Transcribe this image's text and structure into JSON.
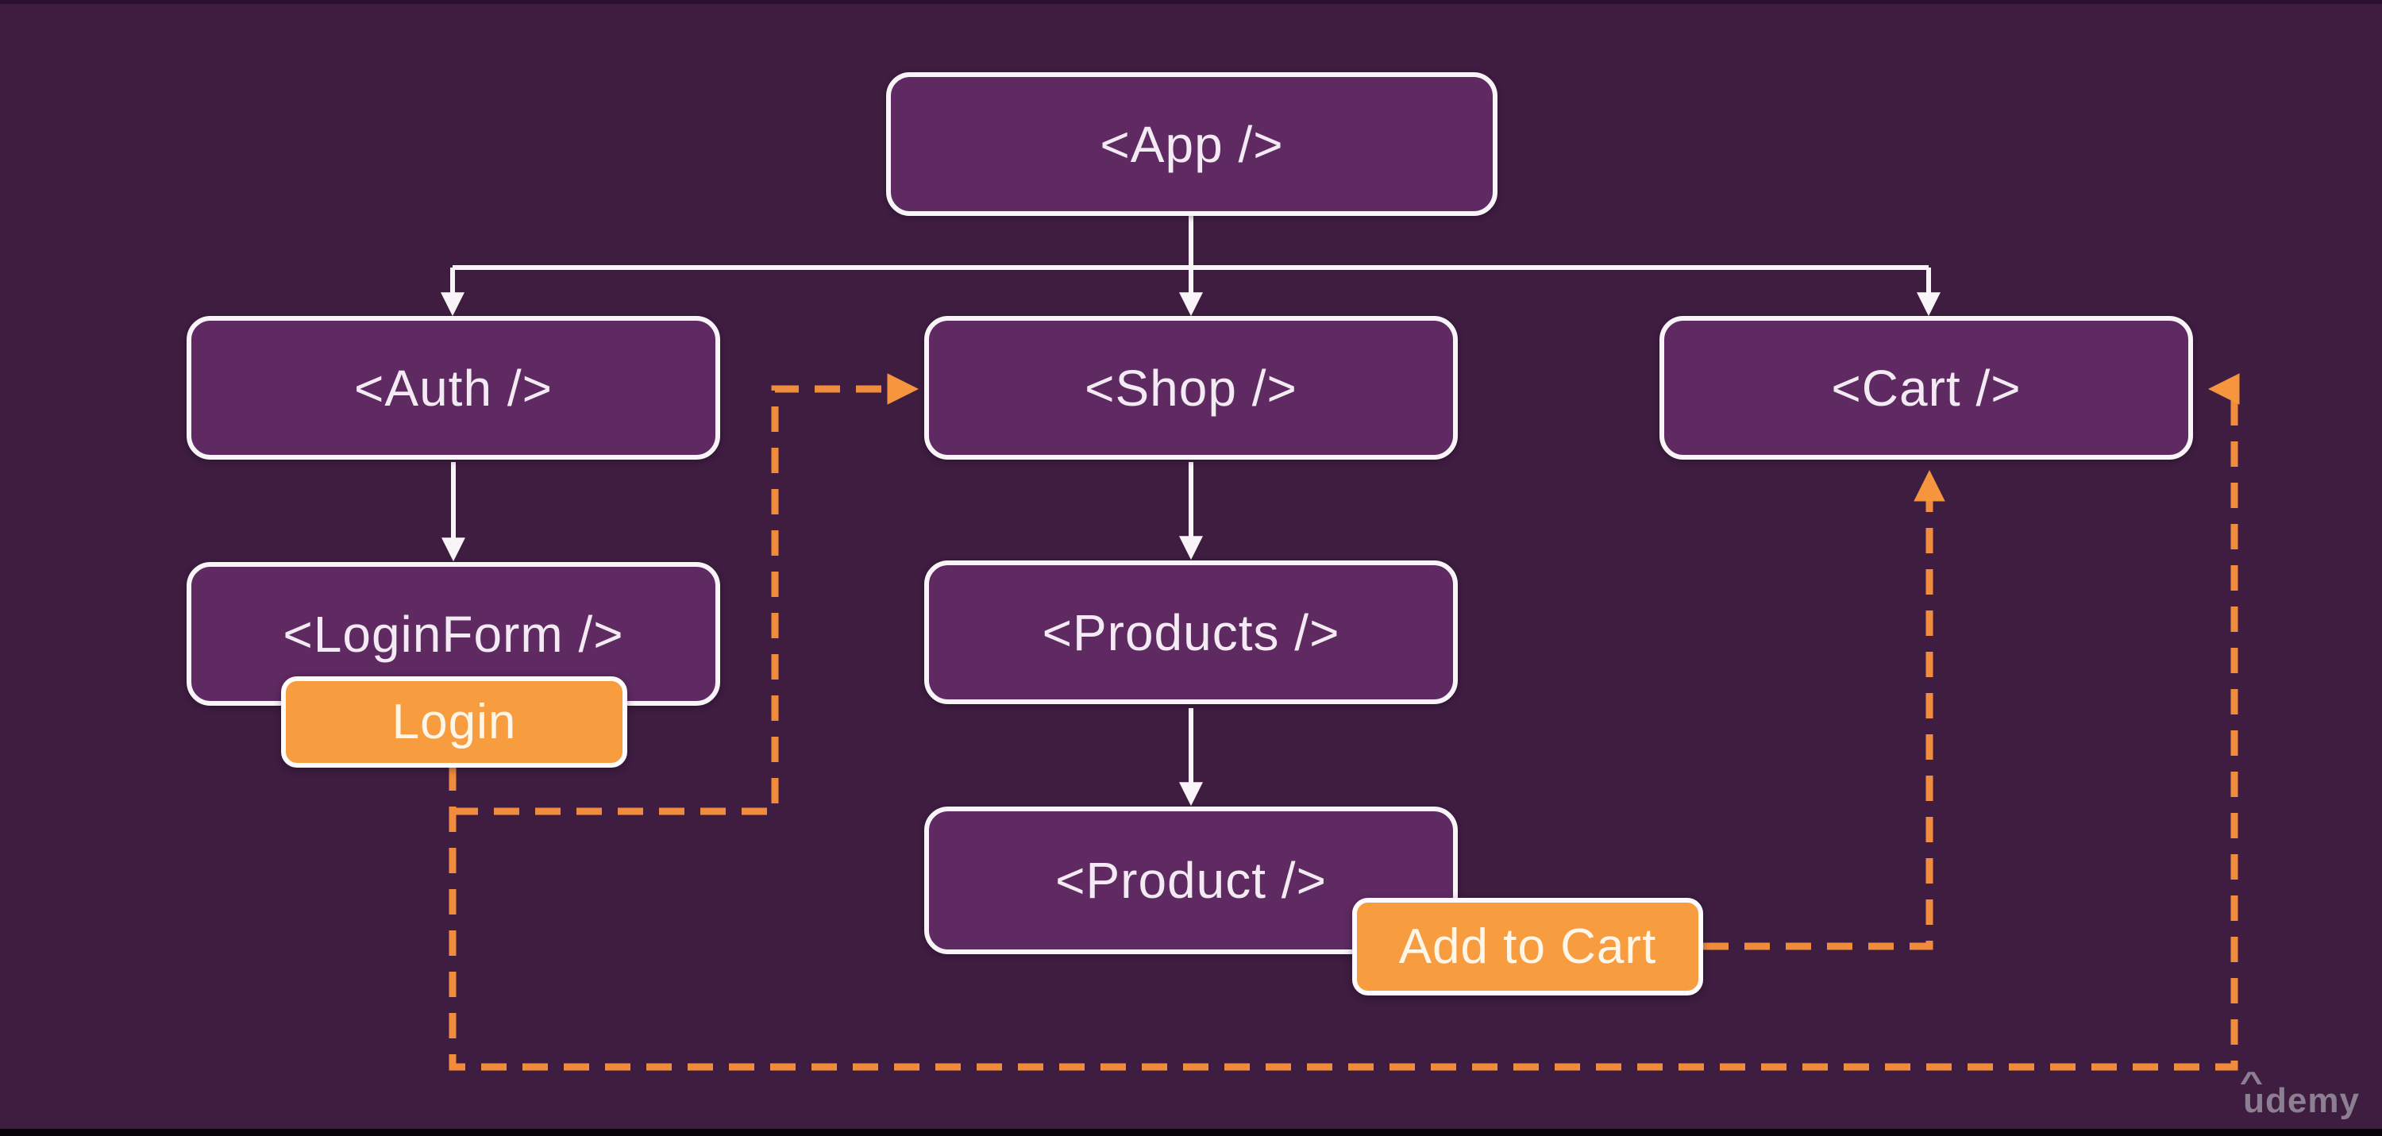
{
  "diagram": {
    "title_hint": "React component tree with state flow",
    "nodes": {
      "app": "<App />",
      "auth": "<Auth />",
      "shop": "<Shop />",
      "cart": "<Cart />",
      "login_form": "<LoginForm />",
      "products": "<Products />",
      "product": "<Product />"
    },
    "badges": {
      "login": "Login",
      "add_to_cart": "Add to Cart"
    },
    "edges": {
      "solid": [
        "App -> Auth",
        "App -> Shop",
        "App -> Cart",
        "Auth -> LoginForm",
        "Shop -> Products",
        "Products -> Product"
      ],
      "dashed": [
        "Login -> Shop",
        "Login -> Cart",
        "Add to Cart -> Cart"
      ]
    }
  },
  "watermark": {
    "label": "udemy"
  },
  "colors": {
    "background": "#3e1d40",
    "node_fill": "#5e2a61",
    "node_border": "#f8f4f8",
    "node_text": "#f3eaf4",
    "badge_fill": "#f79c3f",
    "badge_text": "#fdf6e9",
    "dash_orange": "#f08c3c",
    "connector_white": "#f8f4f8",
    "watermark_gray": "#8d7f92"
  }
}
